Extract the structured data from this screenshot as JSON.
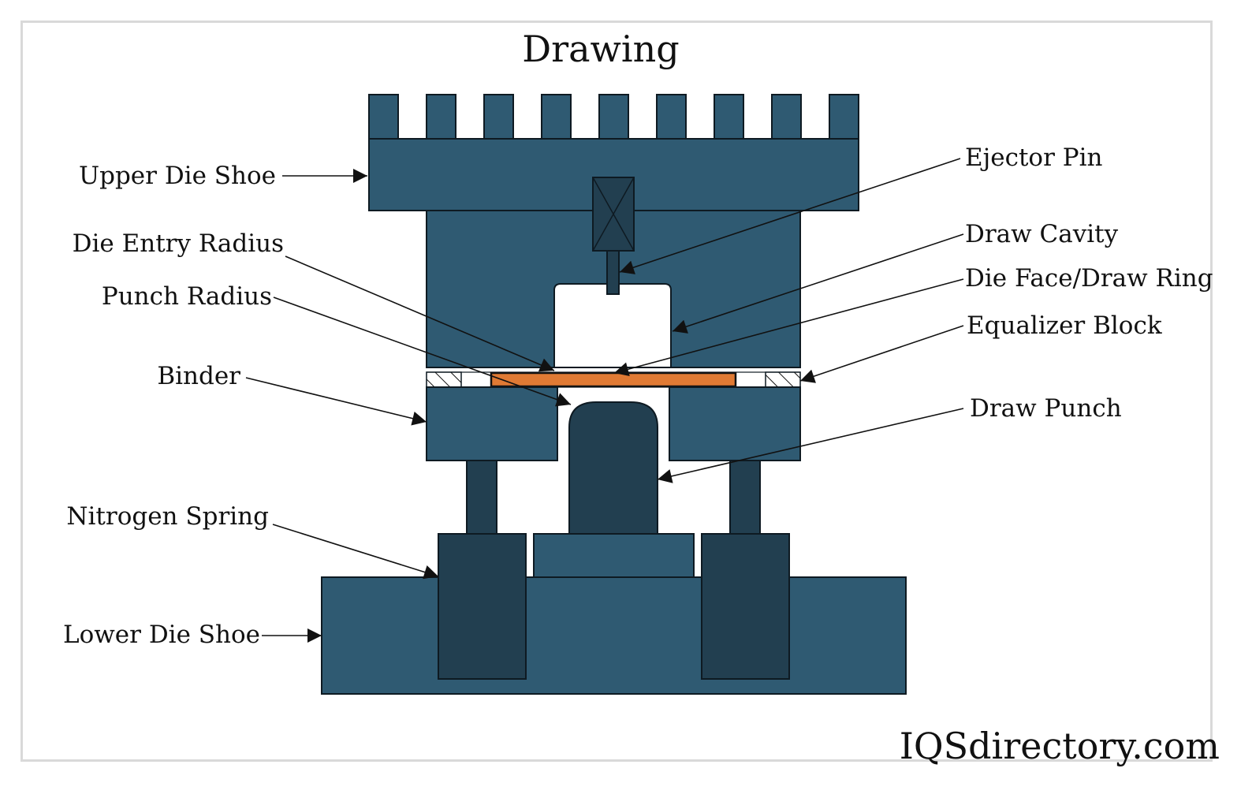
{
  "title": "Drawing",
  "brand": "IQSdirectory.com",
  "labels": {
    "upper_die_shoe": "Upper Die Shoe",
    "die_entry_radius": "Die Entry Radius",
    "punch_radius": "Punch Radius",
    "binder": "Binder",
    "nitrogen_spring": "Nitrogen Spring",
    "lower_die_shoe": "Lower Die Shoe",
    "ejector_pin": "Ejector Pin",
    "draw_cavity": "Draw Cavity",
    "die_face_draw_ring": "Die Face/Draw Ring",
    "equalizer_block": "Equalizer Block",
    "draw_punch": "Draw Punch"
  },
  "colors": {
    "die_body": "#2f5a72",
    "dark_part": "#223f50",
    "blank": "#e07a34",
    "outline": "#0e1a22",
    "cavity": "#ffffff",
    "frame_border": "#d9d9d9"
  }
}
